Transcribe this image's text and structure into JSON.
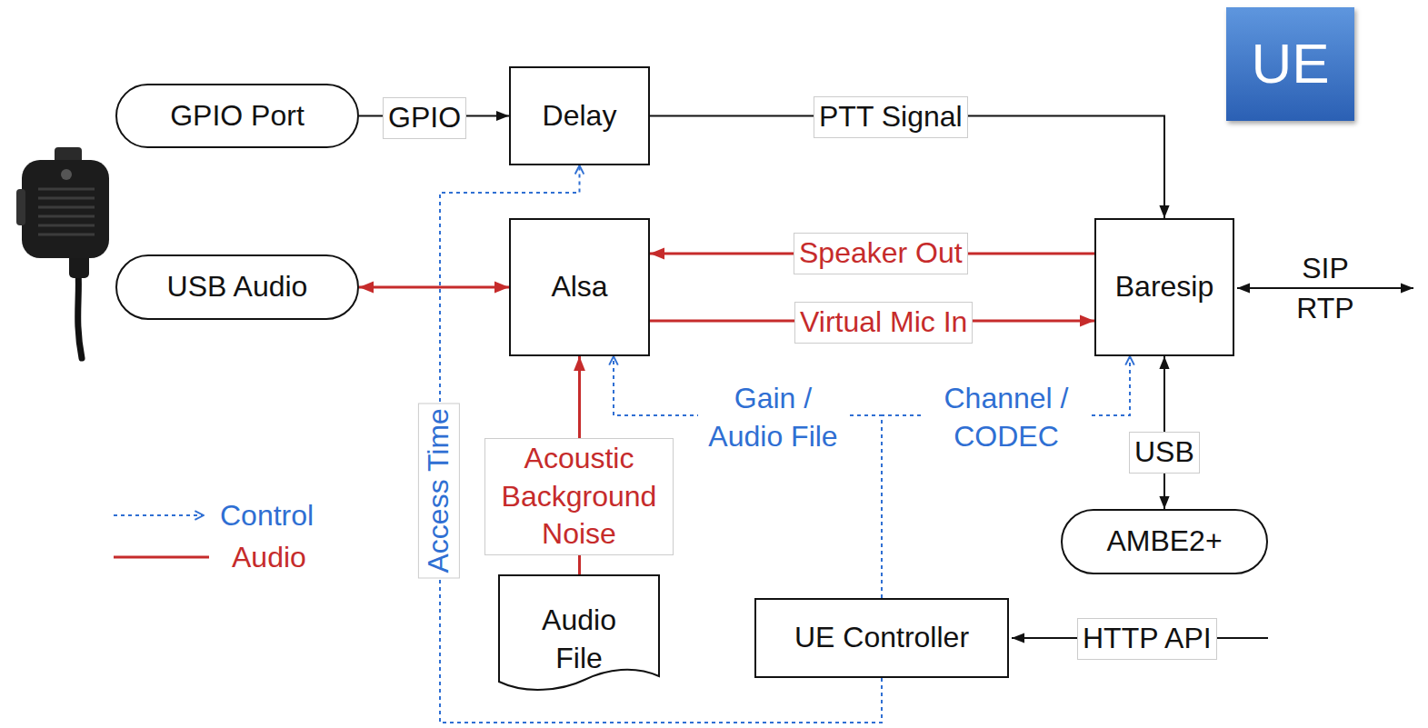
{
  "diagram": {
    "nodes": [
      {
        "text": [
          "GPIO Port"
        ]
      },
      {
        "text": [
          "Delay"
        ]
      },
      {
        "text": [
          "UE"
        ]
      },
      {
        "text": [
          "USB Audio"
        ]
      },
      {
        "text": [
          "Alsa"
        ]
      },
      {
        "text": [
          "Baresip"
        ]
      },
      {
        "text": [
          "Audio File"
        ]
      },
      {
        "text": [
          "AMBE2+"
        ]
      },
      {
        "text": [
          "UE Controller"
        ]
      }
    ],
    "edges": [
      {
        "from": 0,
        "to": 1,
        "arrow": "to",
        "label": "GPIO"
      },
      {
        "from": 1,
        "to": 5,
        "arrow": "to",
        "label": "PTT Signal"
      },
      {
        "from": 3,
        "to": 4,
        "arrow": "both"
      },
      {
        "from": 5,
        "to": 4,
        "arrow": "to",
        "label": "Speaker Out"
      },
      {
        "from": 4,
        "to": 5,
        "arrow": "to",
        "label": "Virtual Mic In"
      },
      {
        "from": 6,
        "to": 4,
        "arrow": "to",
        "label": "Acoustic Background Noise"
      },
      {
        "from": 5,
        "to": 7,
        "arrow": "both",
        "label": "USB"
      },
      {
        "from": 8,
        "to": 1,
        "arrow": "to",
        "label": "Access Time"
      },
      {
        "from": 8,
        "to": 4,
        "arrow": "to",
        "label": "Gain / Audio File"
      },
      {
        "from": 8,
        "to": 5,
        "arrow": "to",
        "label": "Channel / CODEC"
      }
    ],
    "labels": [
      "SIP RTP",
      "HTTP API"
    ],
    "legend": [
      {
        "text": "Control"
      },
      {
        "text": "Audio"
      }
    ]
  }
}
